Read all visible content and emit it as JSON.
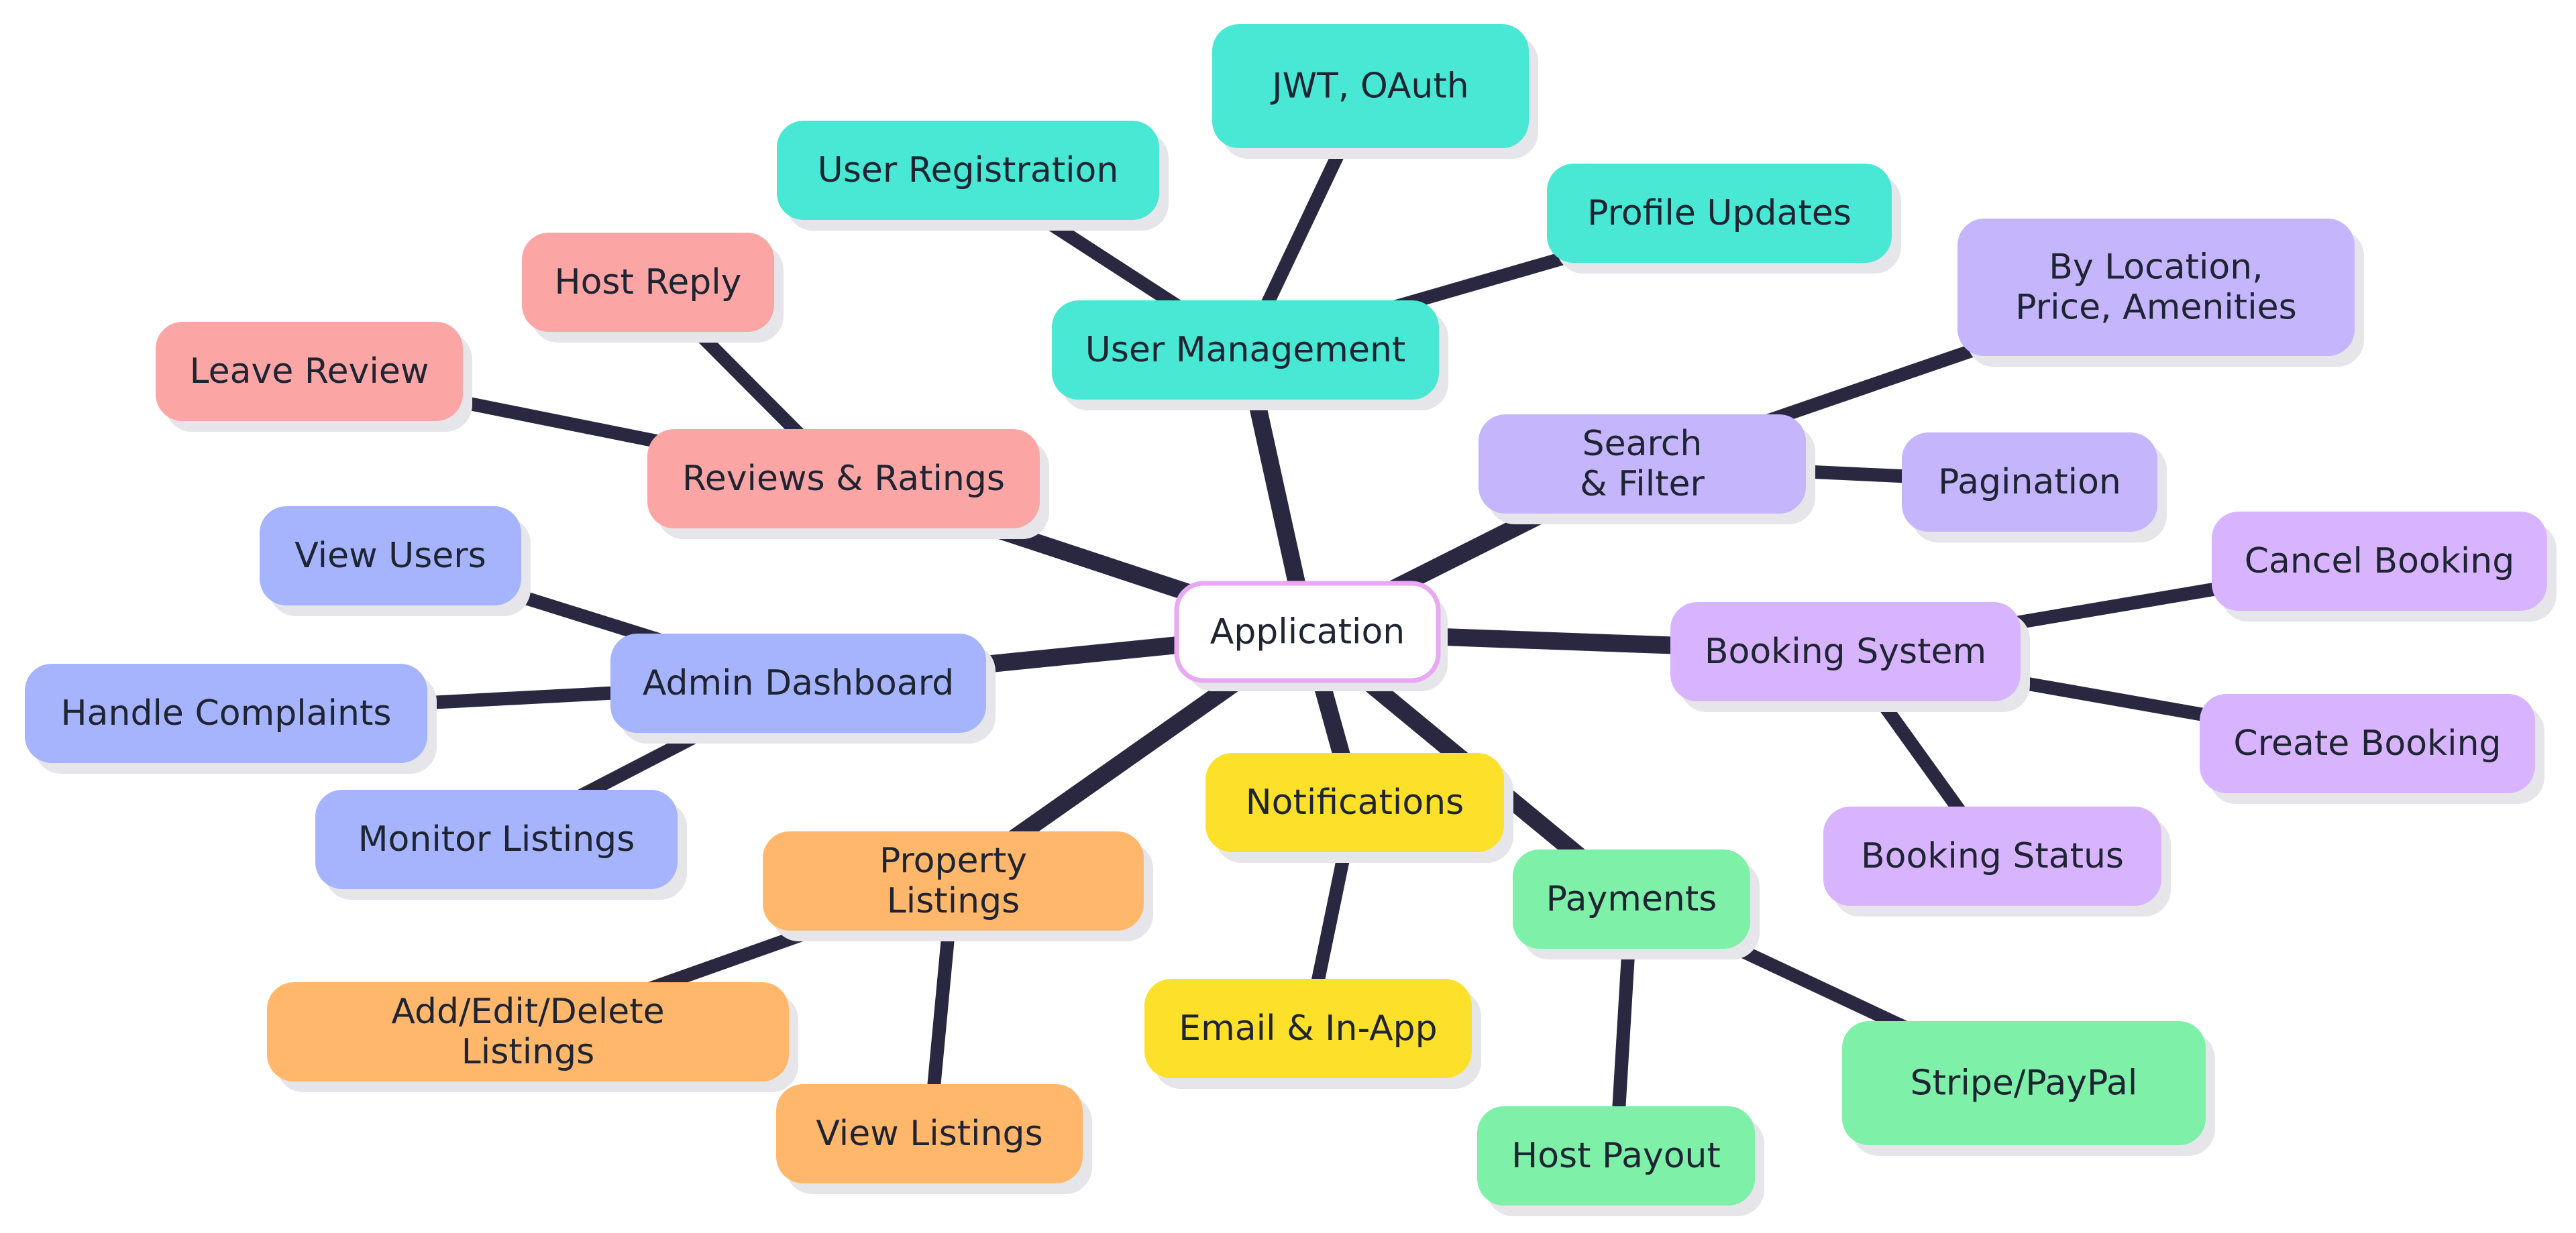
{
  "mindmap": {
    "root": "Application",
    "branches": [
      {
        "label": "User Management",
        "color": "#48e8d4",
        "children": [
          "User Registration",
          "JWT, OAuth",
          "Profile Updates"
        ]
      },
      {
        "label": "Search & Filter",
        "color": "#c4b5fd",
        "children": [
          "By Location, Price, Amenities",
          "Pagination"
        ]
      },
      {
        "label": "Booking System",
        "color": "#d8b4fe",
        "children": [
          "Cancel Booking",
          "Create Booking",
          "Booking Status"
        ]
      },
      {
        "label": "Payments",
        "color": "#7ef0a8",
        "children": [
          "Stripe/PayPal",
          "Host Payout"
        ]
      },
      {
        "label": "Notifications",
        "color": "#fde02a",
        "children": [
          "Email & In-App"
        ]
      },
      {
        "label": "Property Listings",
        "color": "#ffb86b",
        "children": [
          "Add/Edit/Delete Listings",
          "View Listings"
        ]
      },
      {
        "label": "Admin Dashboard",
        "color": "#a5b4fc",
        "children": [
          "View Users",
          "Handle Complaints",
          "Monitor Listings"
        ]
      },
      {
        "label": "Reviews & Ratings",
        "color": "#fca5a5",
        "children": [
          "Host Reply",
          "Leave Review"
        ]
      }
    ],
    "colors": {
      "root_fill": "#ffffff",
      "root_border": "#e9a8f2",
      "edge": "#2a2840",
      "text": "#1f2433",
      "shadow": "#e6e6ea"
    }
  }
}
